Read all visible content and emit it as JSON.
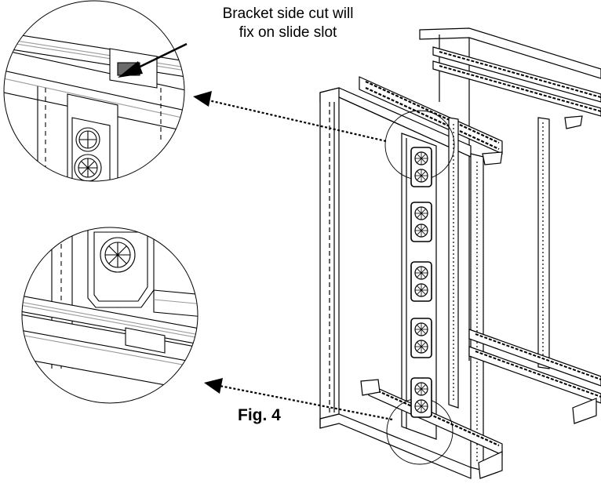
{
  "callout": {
    "line1": "Bracket side cut will",
    "line2": "fix on slide slot"
  },
  "figure": {
    "label": "Fig. 4"
  },
  "colors": {
    "ink": "#000000",
    "paper": "#ffffff",
    "shade": "#9a9a9a"
  }
}
